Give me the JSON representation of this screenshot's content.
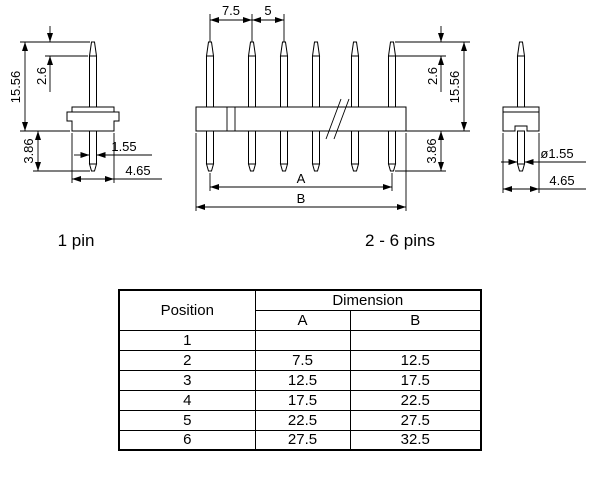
{
  "colors": {
    "line": "#000000",
    "background": "#ffffff"
  },
  "drawing": {
    "one_pin": {
      "caption": "1 pin",
      "dims": {
        "height": "15.56",
        "tip": "2.6",
        "tail": "3.86",
        "pin_width": "1.55",
        "base_width": "4.65"
      }
    },
    "multi_pin": {
      "caption": "2 - 6 pins",
      "dims": {
        "pitch_first": "7.5",
        "pitch": "5",
        "tip": "2.6",
        "height": "15.56",
        "tail": "3.86",
        "span_a": "A",
        "span_b": "B"
      }
    },
    "side_pin": {
      "dims": {
        "diameter": "ø1.55",
        "base_width": "4.65"
      }
    }
  },
  "table": {
    "headers": {
      "position": "Position",
      "dimension": "Dimension",
      "a": "A",
      "b": "B"
    },
    "rows": [
      {
        "position": "1",
        "a": "",
        "b": ""
      },
      {
        "position": "2",
        "a": "7.5",
        "b": "12.5"
      },
      {
        "position": "3",
        "a": "12.5",
        "b": "17.5"
      },
      {
        "position": "4",
        "a": "17.5",
        "b": "22.5"
      },
      {
        "position": "5",
        "a": "22.5",
        "b": "27.5"
      },
      {
        "position": "6",
        "a": "27.5",
        "b": "32.5"
      }
    ]
  }
}
